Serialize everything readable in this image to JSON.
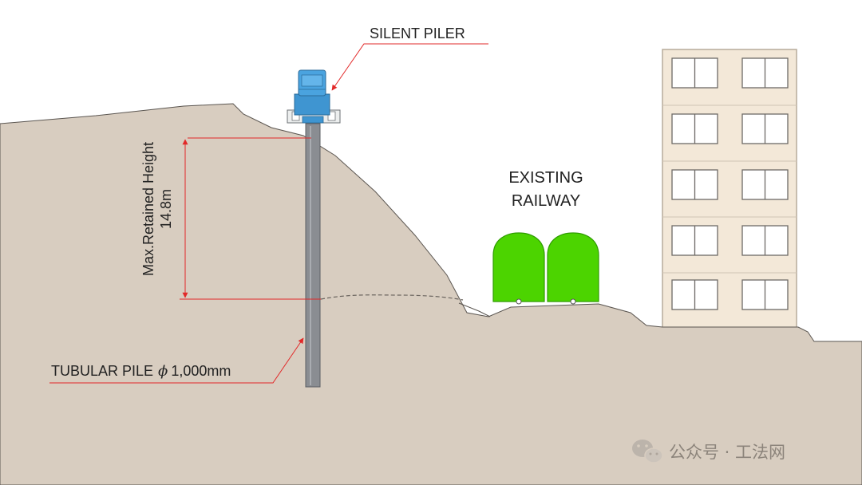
{
  "labels": {
    "silent_piler": "SILENT PILER",
    "railway_line1": "EXISTING",
    "railway_line2": "RAILWAY",
    "height_line1": "Max.Retained Height",
    "height_line2": "14.8m",
    "tubular_pile": "TUBULAR PILE",
    "pile_symbol": "ϕ",
    "pile_size": "1,000mm"
  },
  "watermark": {
    "text": "公众号 · 工法网",
    "icon": "wechat-icon"
  },
  "colors": {
    "ground": "#d8cdc0",
    "sky": "#ffffff",
    "piler": "#3f95d1",
    "pile": "#8a8d92",
    "railway": "#4cd400",
    "building": "#f3e8d8",
    "dimension_line": "#e22828"
  }
}
